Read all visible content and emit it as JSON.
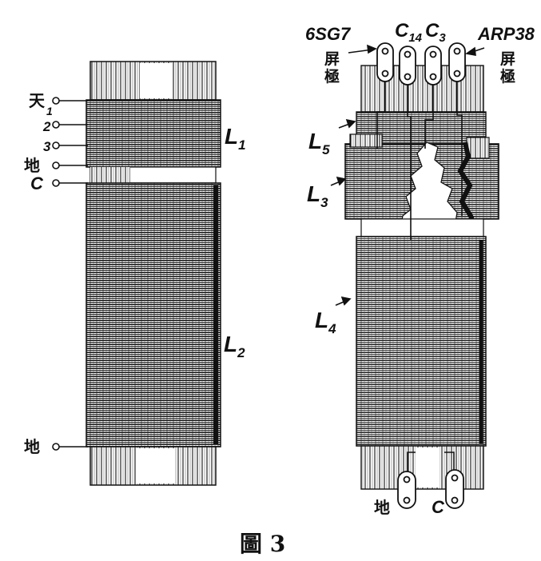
{
  "figure": {
    "caption": "圖 3"
  },
  "left_coil": {
    "terminals": {
      "antenna": "天",
      "t1": "1",
      "t2": "2",
      "t3": "3",
      "ground_top": "地",
      "c": "C",
      "ground_bottom": "地"
    },
    "winding_labels": {
      "l1": "L",
      "l1_sub": "1",
      "l2": "L",
      "l2_sub": "2"
    }
  },
  "right_coil": {
    "top_labels": {
      "tube_left": "6SG7",
      "c14": "C",
      "c14_sub": "14",
      "c3": "C",
      "c3_sub": "3",
      "tube_right": "ARP38",
      "plate_left_1": "屏",
      "plate_left_2": "極",
      "plate_right_1": "屏",
      "plate_right_2": "極"
    },
    "winding_labels": {
      "l5": "L",
      "l5_sub": "5",
      "l3": "L",
      "l3_sub": "3",
      "l4": "L",
      "l4_sub": "4"
    },
    "bottom_labels": {
      "ground": "地",
      "c": "C"
    }
  }
}
